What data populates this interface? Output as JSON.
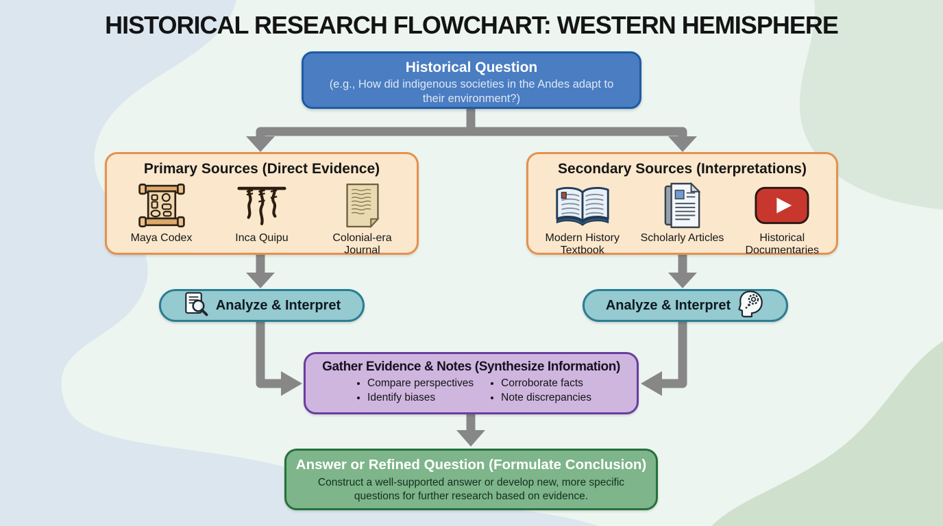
{
  "title": "HISTORICAL RESEARCH FLOWCHART: WESTERN HEMISPHERE",
  "question": {
    "title": "Historical Question",
    "subtitle": "(e.g., How did indigenous societies in the Andes adapt to their environment?)"
  },
  "primary": {
    "title": "Primary Sources (Direct Evidence)",
    "items": [
      {
        "label": "Maya Codex",
        "icon": "maya-codex-icon"
      },
      {
        "label": "Inca Quipu",
        "icon": "inca-quipu-icon"
      },
      {
        "label": "Colonial-era Journal",
        "icon": "colonial-journal-icon"
      }
    ]
  },
  "secondary": {
    "title": "Secondary Sources (Interpretations)",
    "items": [
      {
        "label": "Modern History Textbook",
        "icon": "open-book-icon"
      },
      {
        "label": "Scholarly Articles",
        "icon": "document-stack-icon"
      },
      {
        "label": "Historical Documentaries",
        "icon": "video-play-icon"
      }
    ]
  },
  "analyze_left": {
    "label": "Analyze & Interpret",
    "icon": "magnifier-document-icon"
  },
  "analyze_right": {
    "label": "Analyze & Interpret",
    "icon": "head-gear-icon"
  },
  "gather": {
    "title": "Gather Evidence & Notes (Synthesize Information)",
    "bullets_col1": [
      "Compare perspectives",
      "Identify biases"
    ],
    "bullets_col2": [
      "Corroborate facts",
      "Note discrepancies"
    ]
  },
  "conclusion": {
    "title": "Answer or Refined Question (Formulate Conclusion)",
    "subtitle": "Construct a well-supported answer or develop new, more specific questions for further research based on evidence."
  },
  "colors": {
    "question_fill": "#4a7dc1",
    "question_border": "#1c5ba6",
    "sources_fill": "#fbe7cc",
    "sources_border": "#e4914f",
    "analyze_fill": "#94cad0",
    "analyze_border": "#2a7d92",
    "gather_fill": "#ceb6de",
    "gather_border": "#6a3da0",
    "conclusion_fill": "#7eb58a",
    "conclusion_border": "#26703c",
    "arrow_gray": "#878787",
    "bg_base": "#edf5f0",
    "bg_blue": "#dbe6ef",
    "bg_green_light": "#dae8db",
    "bg_green": "#cfe0cd",
    "youtube_red": "#c8372d"
  }
}
